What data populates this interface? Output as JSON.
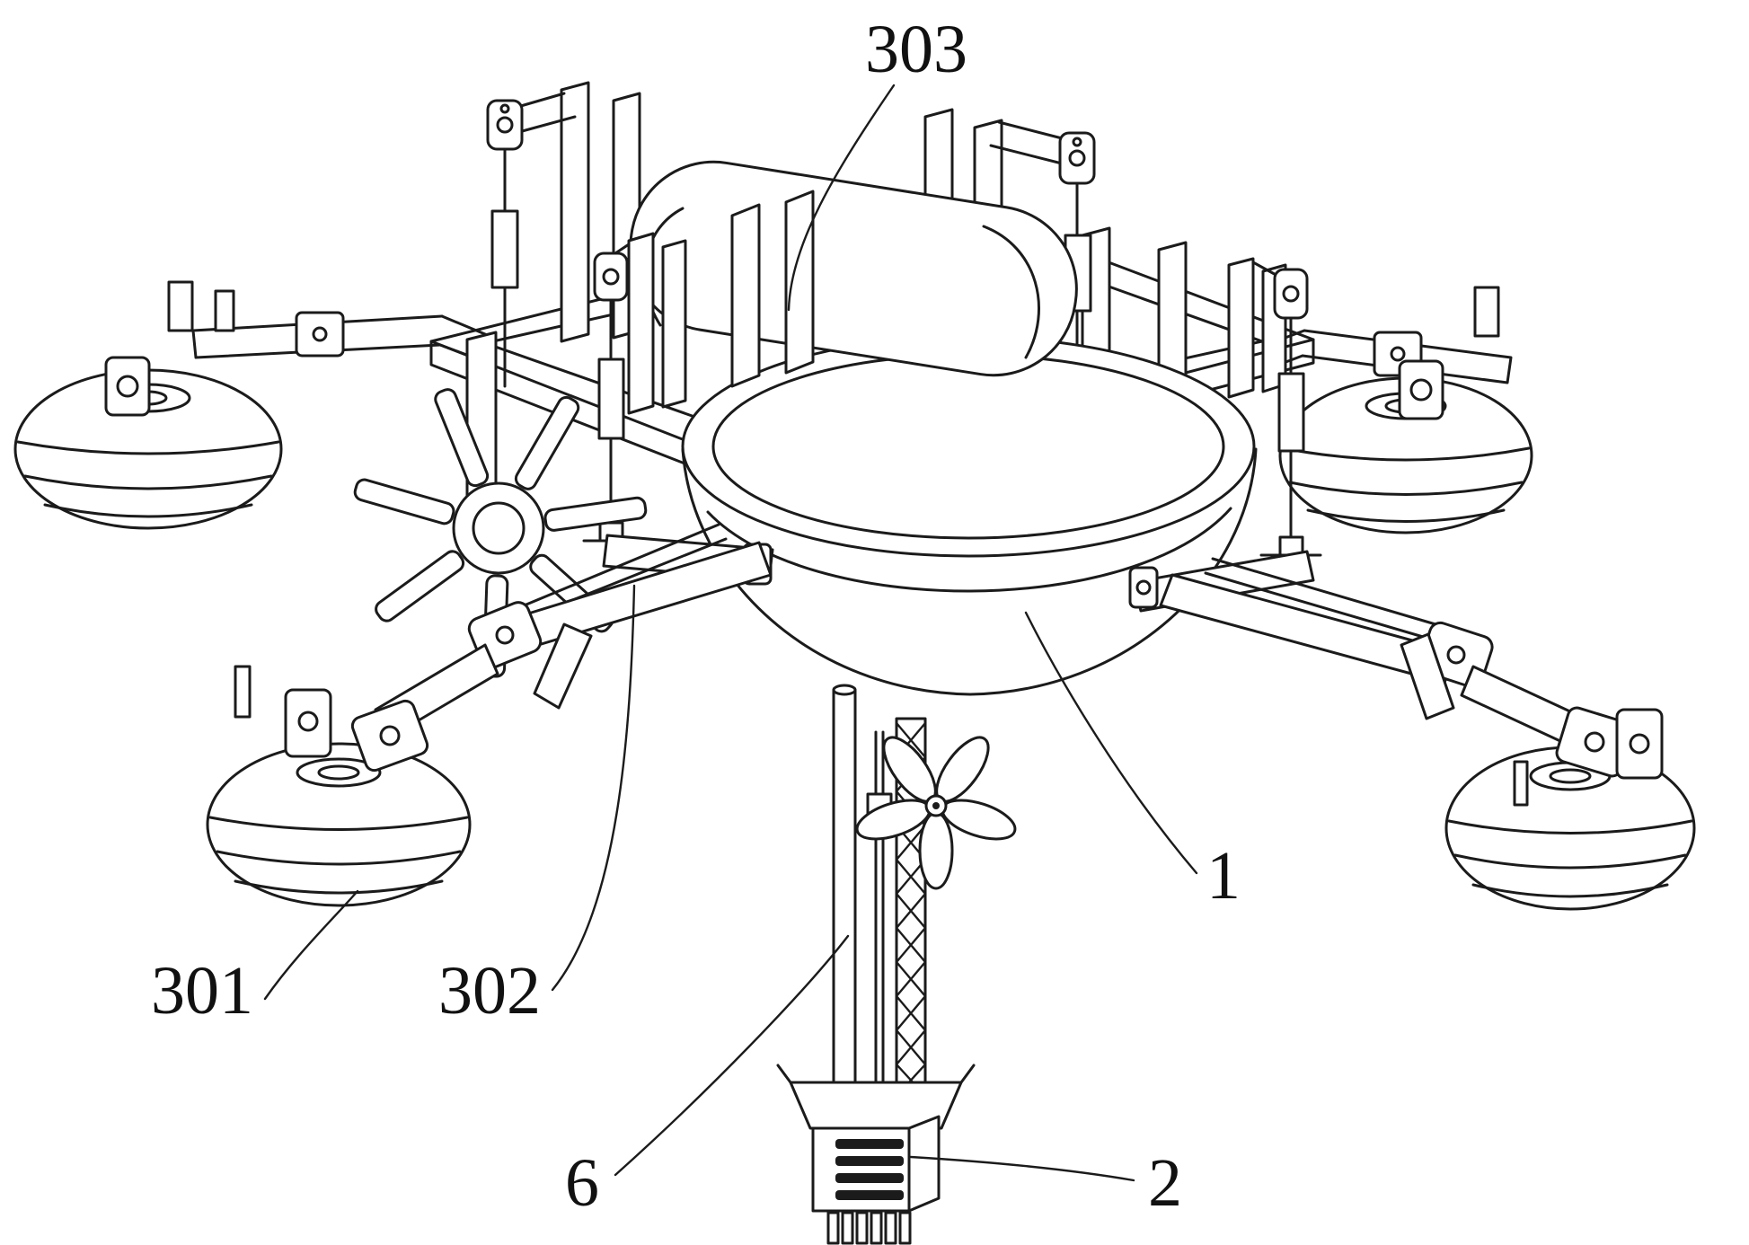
{
  "figure": {
    "labels": {
      "l303": "303",
      "l301": "301",
      "l302": "302",
      "l1": "1",
      "l6": "6",
      "l2": "2"
    },
    "colors": {
      "background": "#ffffff",
      "line": "#1b1b1b",
      "label": "#111111"
    }
  }
}
